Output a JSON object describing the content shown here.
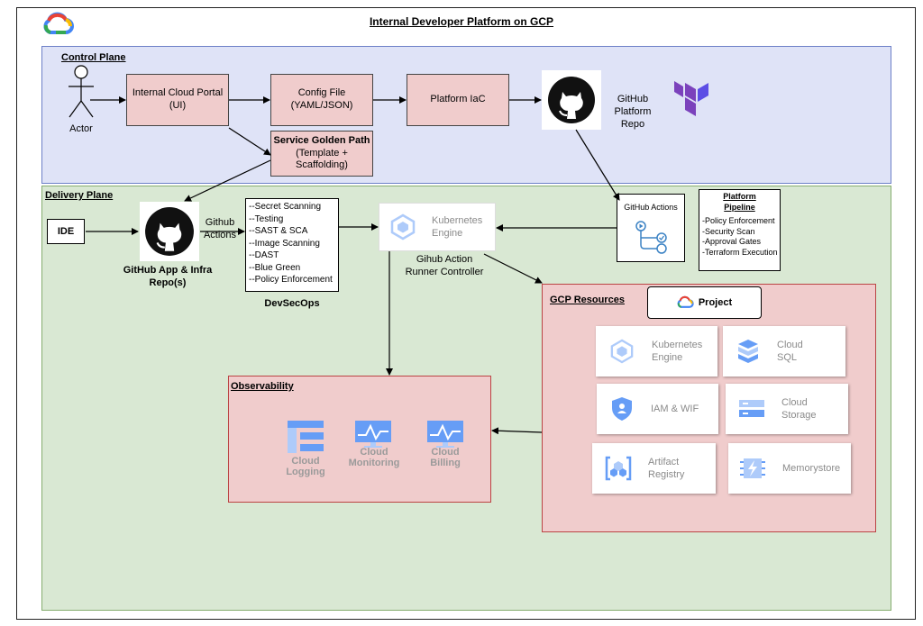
{
  "title": "Internal Developer Platform on GCP",
  "control_plane": {
    "label": "Control Plane",
    "actor_label": "Actor",
    "internal_cloud_portal": "Internal Cloud Portal\n(UI)",
    "config_file": "Config File\n(YAML/JSON)",
    "platform_iac": "Platform IaC",
    "github_platform_repo": "GitHub\nPlatform Repo",
    "service_golden_path_title": "Service Golden Path",
    "service_golden_path_sub": "(Template +\nScaffolding)"
  },
  "delivery_plane": {
    "label": "Delivery Plane",
    "ide": "IDE",
    "github_app_infra_repo": "GitHub App & Infra\nRepo(s)",
    "github_actions_edge": "Github\nActions",
    "devsecops_items": [
      "--Secret Scanning",
      "--Testing",
      "--SAST & SCA",
      "--Image Scanning",
      "--DAST",
      "--Blue Green",
      "--Policy Enforcement"
    ],
    "devsecops_label": "DevSecOps",
    "kubernetes_engine": "Kubernetes\nEngine",
    "runner_controller": "Gihub Action\nRunner Controller",
    "github_actions_box": "GitHub Actions",
    "platform_pipeline_title": "Platform\nPipeline",
    "platform_pipeline_items": [
      "-Policy Enforcement",
      "-Security Scan",
      "-Approval Gates",
      "-Terraform Execution"
    ]
  },
  "gcp_resources": {
    "label": "GCP Resources",
    "project": "Project",
    "cards": [
      {
        "name": "Kubernetes\nEngine",
        "icon": "kubernetes-engine-icon"
      },
      {
        "name": "Cloud\nSQL",
        "icon": "cloud-sql-icon"
      },
      {
        "name": "IAM & WIF",
        "icon": "iam-shield-icon"
      },
      {
        "name": "Cloud\nStorage",
        "icon": "cloud-storage-icon"
      },
      {
        "name": "Artifact\nRegistry",
        "icon": "artifact-registry-icon"
      },
      {
        "name": "Memorystore",
        "icon": "memorystore-icon"
      }
    ]
  },
  "observability": {
    "label": "Observability",
    "items": [
      "Cloud\nLogging",
      "Cloud\nMonitoring",
      "Cloud\nBilling"
    ]
  },
  "colors": {
    "control_plane_bg": "#dfe3f7",
    "delivery_plane_bg": "#d9e8d3",
    "box_pink": "#f0cccc",
    "gcp_blue": "#aecbfa",
    "terraform_purple": "#7b42bc"
  }
}
